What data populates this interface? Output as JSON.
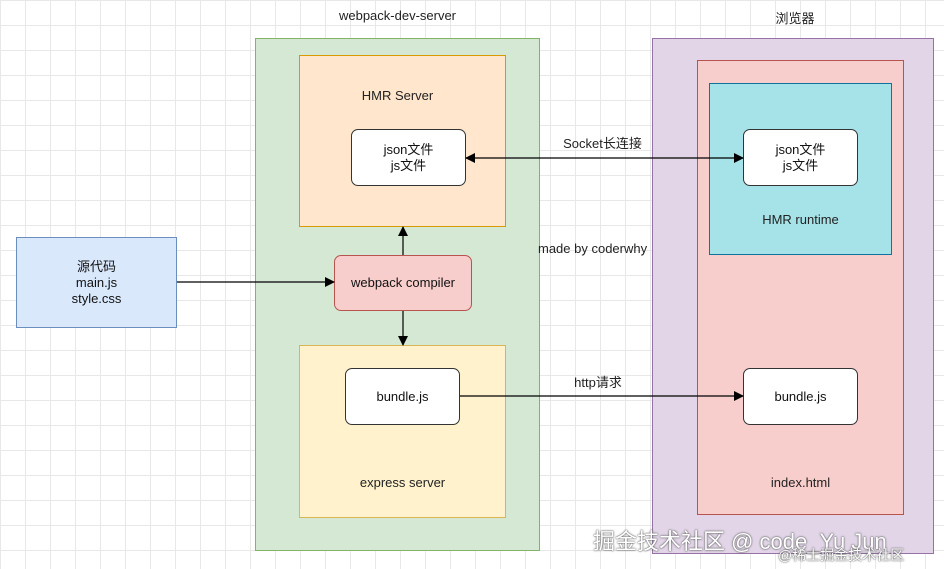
{
  "server": {
    "title": "webpack-dev-server",
    "hmr_server": {
      "title": "HMR Server",
      "files": [
        "json文件",
        "js文件"
      ]
    },
    "compiler": "webpack compiler",
    "express": {
      "title": "express server",
      "bundle": "bundle.js"
    }
  },
  "source": {
    "lines": [
      "源代码",
      "main.js",
      "style.css"
    ]
  },
  "browser": {
    "title": "浏览器",
    "runtime": {
      "title": "HMR runtime",
      "files": [
        "json文件",
        "js文件"
      ]
    },
    "page": {
      "title": "index.html",
      "bundle": "bundle.js"
    }
  },
  "links": {
    "socket": "Socket长连接",
    "http": "http请求",
    "credit": "made by coderwhy"
  },
  "watermark": {
    "main": "掘金技术社区 @ code_Yu Jun",
    "sub": "@稀土掘金技术社区"
  },
  "colors": {
    "server_bg": "#d5e8d4",
    "server_border": "#82b366",
    "hmr_bg": "#ffe6cc",
    "hmr_border": "#d79b00",
    "compiler_bg": "#f8cecc",
    "compiler_border": "#b85450",
    "express_bg": "#fff2cc",
    "express_border": "#d6b656",
    "source_bg": "#dae8fc",
    "source_border": "#6c8ebf",
    "browser_bg": "#e1d5e7",
    "browser_border": "#9673a6",
    "page_bg": "#f8cecc",
    "page_border": "#b85450",
    "runtime_bg": "#a6e3e9",
    "runtime_border": "#10739e"
  }
}
